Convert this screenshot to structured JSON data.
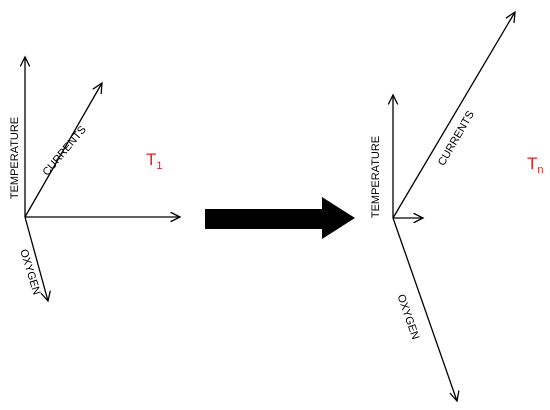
{
  "colors": {
    "axis": "#000000",
    "state_label": "#e8201f",
    "transition_arrow": "#000000"
  },
  "left": {
    "axis_labels": {
      "temperature": "TEMPERATURE",
      "currents": "CURRENTS",
      "oxygen": "OXYGEN"
    },
    "state": {
      "base": "T",
      "sub": "1"
    }
  },
  "right": {
    "axis_labels": {
      "temperature": "TEMPERATURE",
      "currents": "CURRENTS",
      "oxygen": "OXYGEN"
    },
    "state": {
      "base": "T",
      "sub": "n"
    }
  },
  "transition": {
    "icon": "block-arrow-right-icon"
  }
}
